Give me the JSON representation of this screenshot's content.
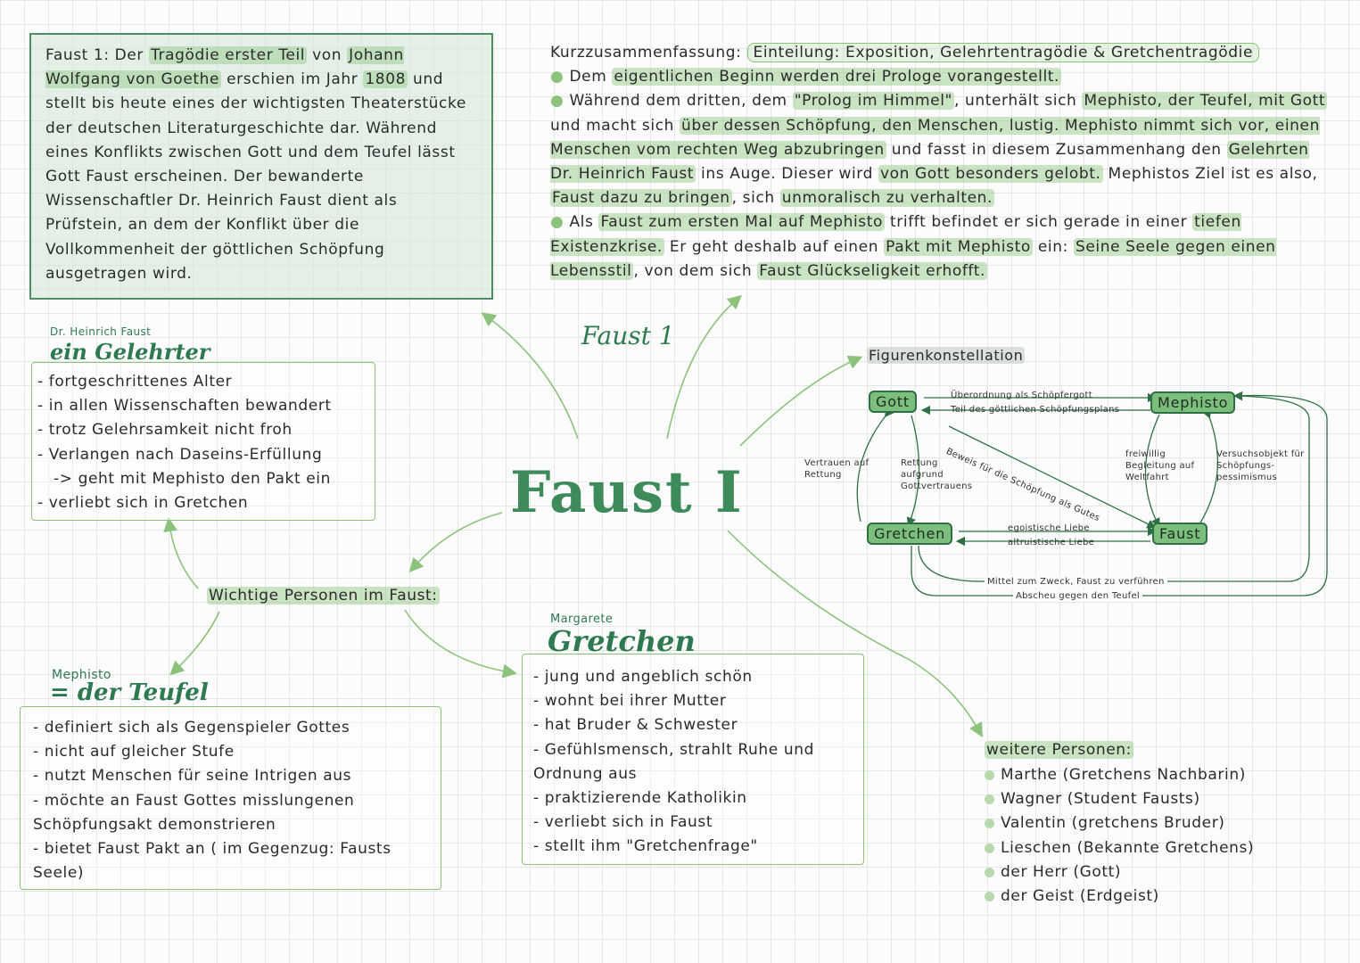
{
  "intro": {
    "p1": "Faust 1: Der ",
    "h1": "Tragödie erster Teil",
    "p2": " von ",
    "h2": "Johann Wolfgang von Goethe",
    "p3": " erschien im Jahr ",
    "h3": "1808",
    "p4": " und stellt bis heute eines der wichtigsten Theaterstücke der deutschen Literaturgeschichte dar. Während eines Konflikts zwischen Gott und dem Teufel lässt Gott Faust erscheinen. Der bewanderte Wissenschaftler Dr. Heinrich Faust dient als Prüfstein, an dem der Konflikt über die Vollkommenheit der göttlichen Schöpfung ausgetragen wird."
  },
  "summary": {
    "label": "Kurzzusammenfassung:",
    "einteilung": "Einteilung: Exposition, Gelehrtentragödie & Gretchentragödie",
    "b1_pre": "Dem ",
    "b1_hl": "eigentlichen Beginn werden drei Prologe vorangestellt.",
    "b2_pre": "Während dem dritten, dem ",
    "b2_h1": "\"Prolog im Himmel\"",
    "b2_mid1": ", unterhält sich ",
    "b2_h2": "Mephisto, der Teufel, mit Gott",
    "b2_mid2": " und macht sich ",
    "b2_h3": "über dessen Schöpfung, den Menschen, lustig. Mephisto nimmt sich vor, einen Menschen vom rechten Weg abzubringen",
    "b2_mid3": " und fasst in diesem Zusammenhang den ",
    "b2_h4": "Gelehrten Dr. Heinrich Faust",
    "b2_mid4": " ins Auge. Dieser wird ",
    "b2_h5": "von Gott besonders gelobt.",
    "b2_mid5": " Mephistos Ziel ist es also, ",
    "b2_h6": "Faust dazu zu bringen",
    "b2_mid6": ", sich ",
    "b2_h7": "unmoralisch zu verhalten.",
    "b3_pre": "Als ",
    "b3_h1": "Faust zum ersten Mal auf Mephisto",
    "b3_mid1": " trifft befindet er sich gerade in einer ",
    "b3_h2": "tiefen Existenzkrise.",
    "b3_mid2": " Er geht deshalb auf einen ",
    "b3_h3": "Pakt mit Mephisto",
    "b3_mid3": " ein: ",
    "b3_h4": "Seine Seele gegen einen Lebensstil",
    "b3_mid4": ", von dem sich ",
    "b3_h5": "Faust Glückseligkeit erhofft."
  },
  "center": {
    "title": "Faust I",
    "subtitle": "Faust 1"
  },
  "faust": {
    "name": "Dr. Heinrich Faust",
    "role": "ein Gelehrter",
    "items": [
      "- fortgeschrittenes Alter",
      "- in allen Wissenschaften bewandert",
      "- trotz Gelehrsamkeit nicht froh",
      "- Verlangen nach Daseins-Erfüllung",
      "   -> geht mit Mephisto den Pakt ein",
      "- verliebt sich in Gretchen"
    ]
  },
  "people_label": "Wichtige Personen im Faust:",
  "mephisto": {
    "name": "Mephisto",
    "role": "= der Teufel",
    "items": [
      "- definiert sich als Gegenspieler Gottes",
      "- nicht auf gleicher Stufe",
      "- nutzt Menschen für seine Intrigen aus",
      "- möchte an Faust Gottes misslungenen Schöpfungsakt demonstrieren",
      "- bietet Faust Pakt an ( im Gegenzug: Fausts Seele)"
    ]
  },
  "gretchen": {
    "name": "Margarete",
    "role": "Gretchen",
    "items": [
      "- jung und angeblich schön",
      "- wohnt bei ihrer Mutter",
      "- hat Bruder & Schwester",
      "- Gefühlsmensch, strahlt Ruhe und Ordnung aus",
      "- praktizierende Katholikin",
      "- verliebt sich in Faust",
      "- stellt ihm \"Gretchenfrage\""
    ]
  },
  "constellation": {
    "label": "Figurenkonstellation",
    "nodes": {
      "gott": "Gott",
      "mephisto": "Mephisto",
      "gretchen": "Gretchen",
      "faust": "Faust"
    },
    "edges": {
      "e1": "Überordnung als Schöpfergott",
      "e2": "Teil des göttlichen Schöpfungsplans",
      "e3": "Beweis für die Schöpfung als Gutes",
      "e4": "Vertrauen auf Rettung",
      "e5": "Rettung aufgrund Gottvertrauens",
      "e6": "freiwillig Begleitung auf Weltfahrt",
      "e7": "Versuchsobjekt für Schöpfungs-pessimismus",
      "e8": "egoistische Liebe",
      "e9": "altruistische Liebe",
      "e10": "Mittel zum Zweck, Faust zu verführen",
      "e11": "Abscheu gegen den Teufel"
    }
  },
  "others": {
    "label": "weitere Personen:",
    "items": [
      "Marthe (Gretchens Nachbarin)",
      "Wagner (Student Fausts)",
      "Valentin (gretchens Bruder)",
      "Lieschen (Bekannte Gretchens)",
      "der Herr (Gott)",
      "der Geist (Erdgeist)"
    ]
  },
  "colors": {
    "accent": "#2e7a50",
    "highlight": "#a0cd96",
    "box_border": "#8cc27c"
  }
}
